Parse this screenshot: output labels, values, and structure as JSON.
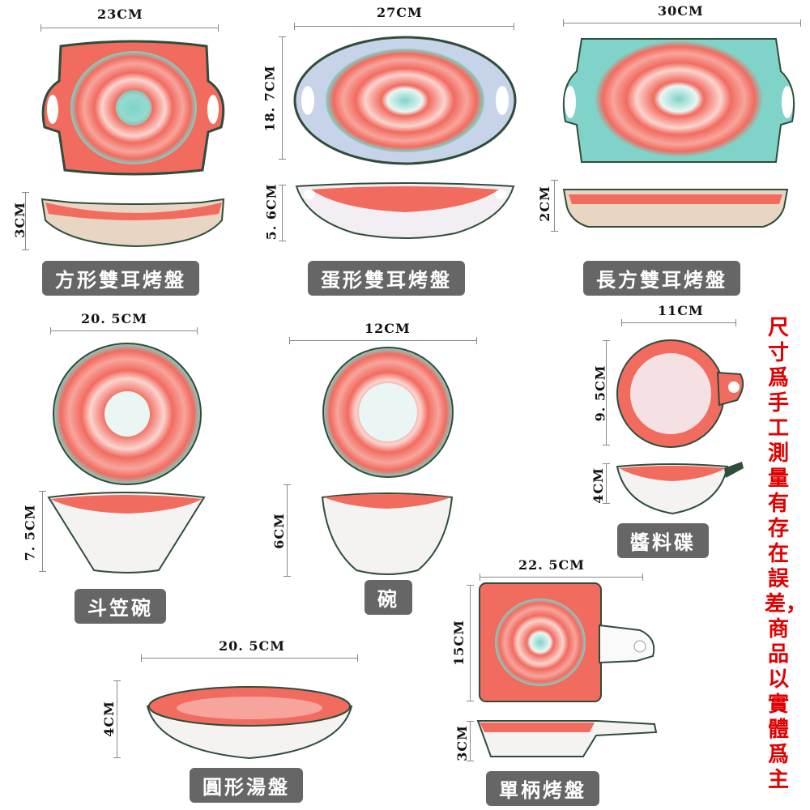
{
  "colors": {
    "coral": "#f26b5f",
    "teal": "#7fd3c8",
    "darkgreen": "#2f4d3a",
    "label_bg": "#666666",
    "note": "#e00000"
  },
  "items": [
    {
      "name": "方形雙耳烤盤",
      "width": "23CM",
      "height": "3CM"
    },
    {
      "name": "蛋形雙耳烤盤",
      "width": "27CM",
      "depth": "18. 7CM",
      "height": "5. 6CM"
    },
    {
      "name": "長方雙耳烤盤",
      "width": "30CM",
      "height": "2CM"
    },
    {
      "name": "斗笠碗",
      "width": "20. 5CM",
      "height": "7. 5CM"
    },
    {
      "name": "碗",
      "width": "12CM",
      "height": "6CM"
    },
    {
      "name": "醬料碟",
      "width": "11CM",
      "depth": "9. 5CM",
      "height": "4CM"
    },
    {
      "name": "圓形湯盤",
      "width": "20. 5CM",
      "height": "4CM"
    },
    {
      "name": "單柄烤盤",
      "width": "22. 5CM",
      "depth": "15CM",
      "height": "3CM"
    }
  ],
  "note": "尺寸爲手工測量有存在誤差，商品以實體爲主"
}
